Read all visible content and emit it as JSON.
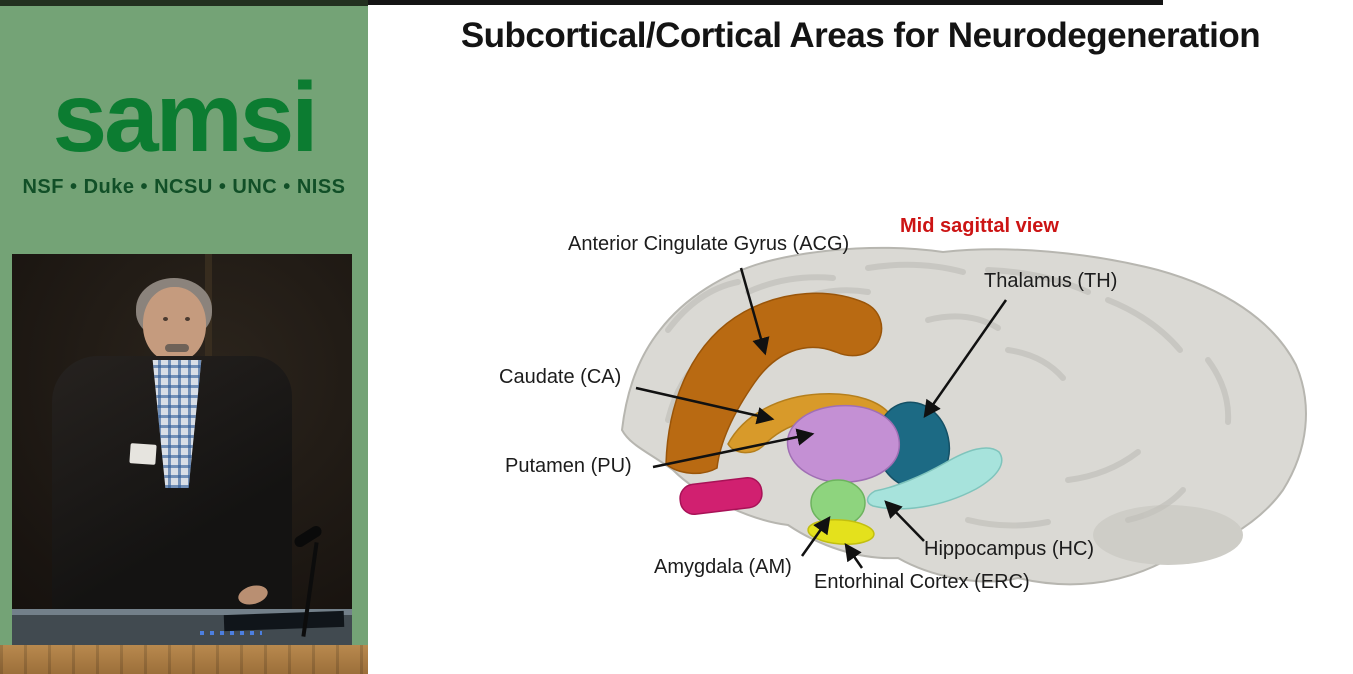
{
  "sidebar": {
    "logo_text": "samsi",
    "affiliations": "NSF • Duke • NCSU • UNC • NISS",
    "logo_color": "#0c7c31",
    "background_color": "#74a376"
  },
  "slide": {
    "title": "Subcortical/Cortical Areas for Neurodegeneration",
    "view_label": "Mid sagittal view",
    "view_label_color": "#cc1414",
    "labels": [
      {
        "id": "acg",
        "text": "Anterior Cingulate Gyrus (ACG)"
      },
      {
        "id": "th",
        "text": "Thalamus (TH)"
      },
      {
        "id": "ca",
        "text": "Caudate (CA)"
      },
      {
        "id": "pu",
        "text": "Putamen (PU)"
      },
      {
        "id": "am",
        "text": "Amygdala (AM)"
      },
      {
        "id": "erc",
        "text": "Entorhinal Cortex (ERC)"
      },
      {
        "id": "hc",
        "text": "Hippocampus (HC)"
      }
    ],
    "regions": {
      "brain": "#dad9d4",
      "acg": "#b96a12",
      "caudate": "#d89a2a",
      "putamen": "#c490d4",
      "thalamus": "#1c6a84",
      "hippocampus": "#a7e3dc",
      "amygdala": "#8ed47e",
      "erc": "#e4e11c",
      "unlabeled_pink": "#d12070"
    }
  }
}
